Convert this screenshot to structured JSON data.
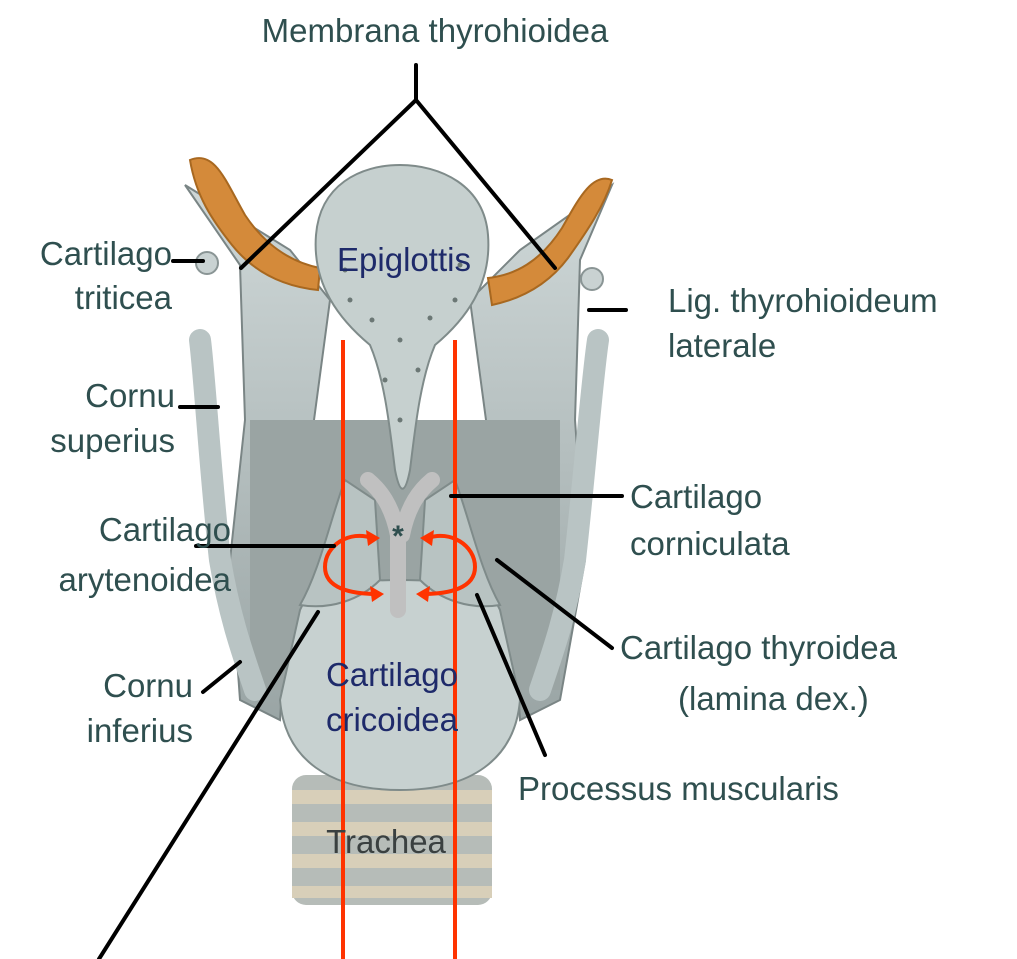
{
  "labels": {
    "membrana_thyrohioidea": "Membrana thyrohioidea",
    "cartilago_triticea": [
      "Cartilago",
      "triticea"
    ],
    "cornu_superius": [
      "Cornu",
      "superius"
    ],
    "cartilago_arytenoidea": [
      "Cartilago",
      "arytenoidea"
    ],
    "cornu_inferius": [
      "Cornu",
      "inferius"
    ],
    "lig_thyrohioideum_laterale": [
      "Lig. thyrohioideum",
      "laterale"
    ],
    "cartilago_corniculata": [
      "Cartilago",
      "corniculata"
    ],
    "cartilago_thyroidea": [
      "Cartilago thyroidea",
      "(lamina dex.)"
    ],
    "processus_muscularis": "Processus muscularis",
    "epiglottis": "Epiglottis",
    "cartilago_cricoidea": [
      "Cartilago",
      "cricoidea"
    ],
    "trachea": "Trachea",
    "asterisk": "*"
  },
  "colors": {
    "label_text": "#2f4f4f",
    "inner_label_text": "#1e2a6a",
    "guide_lines": "#ff3300",
    "cartilage": "#c5d0d0",
    "hyoid_bone": "#d48a3a"
  }
}
